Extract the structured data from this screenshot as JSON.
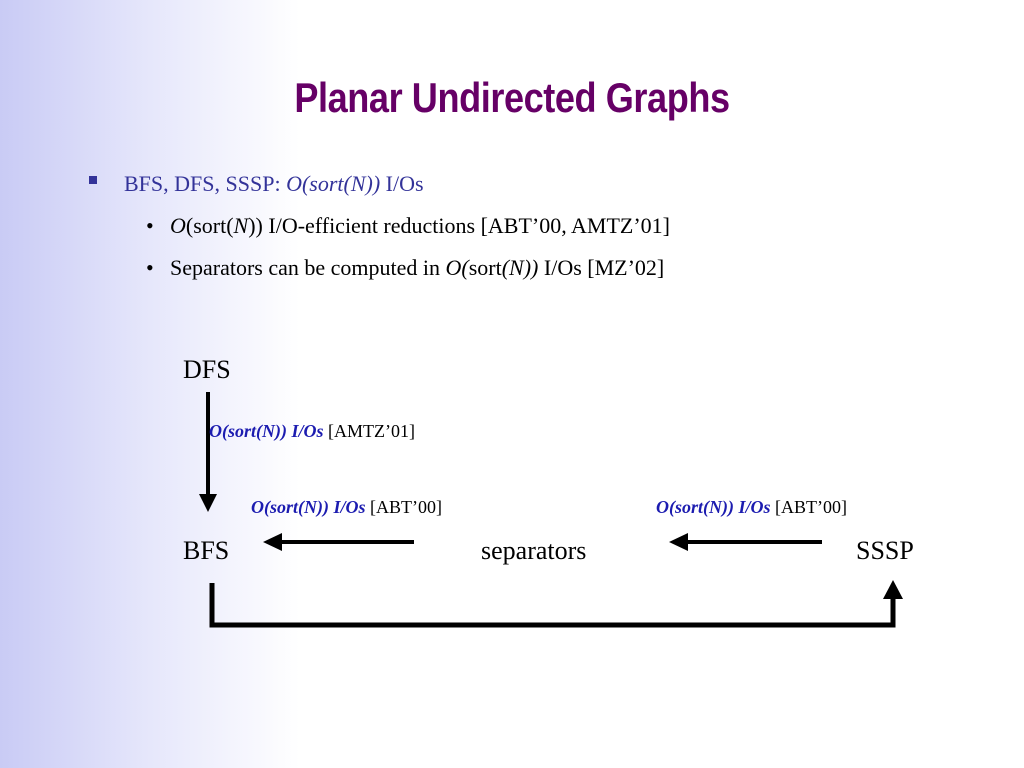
{
  "slide": {
    "title": "Planar Undirected Graphs",
    "bullet1": {
      "prefix": "BFS, DFS, SSSP: ",
      "complexity": "O(sort(N))",
      "suffix": " I/Os"
    },
    "bullet2": {
      "o": "O",
      "paren_open": "(sort(",
      "n": "N",
      "paren_close": "))",
      "rest": " I/O-efficient reductions [ABT’00, AMTZ’01]"
    },
    "bullet3": {
      "prefix": "Separators can be computed in ",
      "o": "O(",
      "sort": "sort",
      "n": "(N))",
      "suffix": " I/Os [MZ’02]"
    },
    "sub_bullet_marker": "•"
  },
  "diagram": {
    "nodes": {
      "dfs": "DFS",
      "bfs": "BFS",
      "separators": "separators",
      "sssp": "SSSP"
    },
    "edges": {
      "dfs_to_bfs": {
        "complexity": "O(sort(N)) I/Os",
        "ref": " [AMTZ’01]"
      },
      "sep_to_bfs": {
        "complexity": "O(sort(N)) I/Os",
        "ref": " [ABT’00]"
      },
      "sssp_to_sep": {
        "complexity": "O(sort(N)) I/Os",
        "ref": " [ABT’00]"
      }
    }
  }
}
